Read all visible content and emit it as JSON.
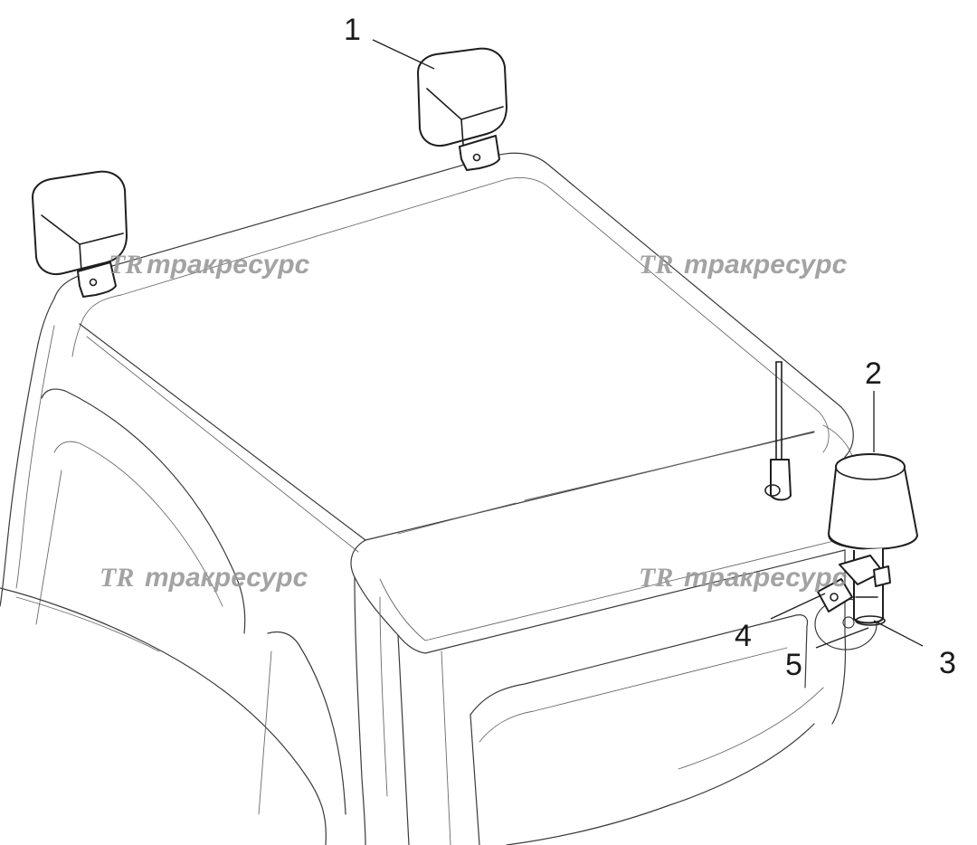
{
  "callouts": [
    {
      "id": "1",
      "label": "1"
    },
    {
      "id": "2",
      "label": "2"
    },
    {
      "id": "3",
      "label": "3"
    },
    {
      "id": "4",
      "label": "4"
    },
    {
      "id": "5",
      "label": "5"
    }
  ],
  "watermark": {
    "logo": "TR",
    "text": "тракресурс"
  },
  "colors": {
    "line": "#3a3a3a",
    "watermark": "#9a9a9a",
    "background": "#ffffff"
  }
}
